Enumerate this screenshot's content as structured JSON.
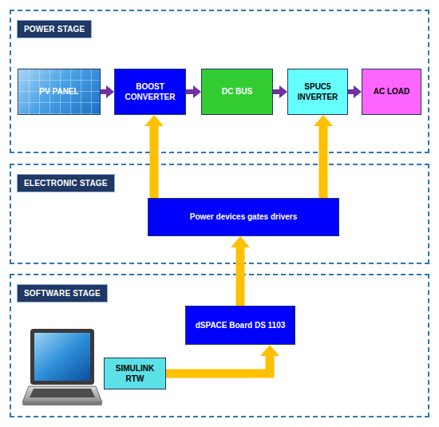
{
  "diagram": {
    "nodes": [
      {
        "text": [
          "POWER STAGE"
        ]
      },
      {
        "text": [
          "PV PANEL"
        ],
        "in": 0
      },
      {
        "text": [
          "BOOST CONVERTER"
        ],
        "in": 0
      },
      {
        "text": [
          "DC BUS"
        ],
        "in": 0
      },
      {
        "text": [
          "SPUC5 INVERTER"
        ],
        "in": 0
      },
      {
        "text": [
          "AC LOAD"
        ],
        "in": 0
      },
      {
        "text": [
          "ELECTRONIC STAGE"
        ]
      },
      {
        "text": [
          "Power devices gates drivers"
        ],
        "in": 6
      },
      {
        "text": [
          "SOFTWARE STAGE"
        ]
      },
      {
        "text": [
          "dSPACE Board DS 1103"
        ],
        "in": 8
      },
      {
        "text": [
          "SIMULINK RTW"
        ],
        "in": 8
      }
    ],
    "edges": [
      {
        "from": 1,
        "to": 2,
        "arrow": "to"
      },
      {
        "from": 2,
        "to": 3,
        "arrow": "to"
      },
      {
        "from": 3,
        "to": 4,
        "arrow": "to"
      },
      {
        "from": 4,
        "to": 5,
        "arrow": "to"
      },
      {
        "from": 7,
        "to": 2,
        "arrow": "to"
      },
      {
        "from": 7,
        "to": 4,
        "arrow": "to"
      },
      {
        "from": 9,
        "to": 7,
        "arrow": "to"
      },
      {
        "from": 10,
        "to": 9,
        "arrow": "to"
      }
    ]
  }
}
